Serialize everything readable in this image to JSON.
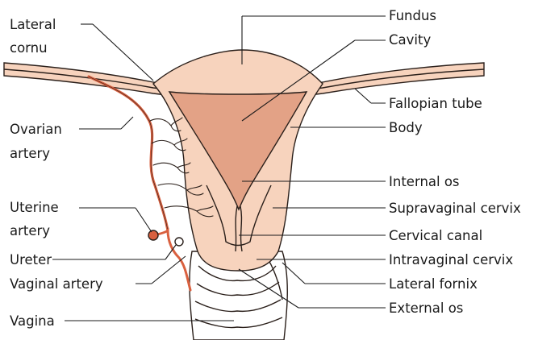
{
  "labels": {
    "lateral_cornu_line1": "Lateral",
    "lateral_cornu_line2": "cornu",
    "ovarian_artery_line1": "Ovarian",
    "ovarian_artery_line2": "artery",
    "uterine_artery_line1": "Uterine",
    "uterine_artery_line2": "artery",
    "ureter": "Ureter",
    "vaginal_artery": "Vaginal artery",
    "vagina": "Vagina",
    "fundus": "Fundus",
    "cavity": "Cavity",
    "fallopian_tube": "Fallopian tube",
    "body": "Body",
    "internal_os": "Internal os",
    "supravaginal_cervix": "Supravaginal cervix",
    "cervical_canal": "Cervical canal",
    "intravaginal_cervix": "Intravaginal cervix",
    "lateral_fornix": "Lateral fornix",
    "external_os": "External os"
  },
  "colors": {
    "uterus_fill": "#f7d3bd",
    "cavity_fill": "#e3a286",
    "artery": "#d9603f",
    "outline": "#2a1f1a"
  }
}
